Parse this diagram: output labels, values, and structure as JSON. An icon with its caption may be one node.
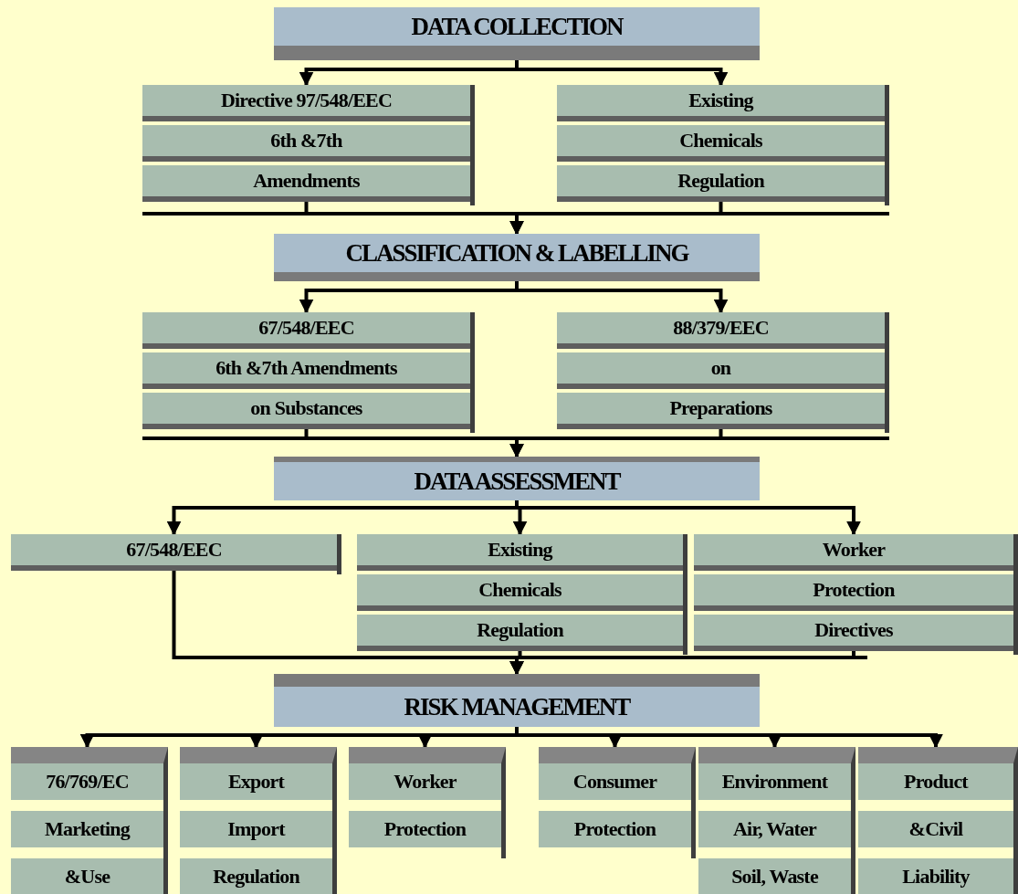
{
  "diagram": {
    "nodes": [
      {
        "text": [
          "DATA COLLECTION"
        ]
      },
      {
        "text": [
          "Directive 97/548/EEC",
          "6th &7th",
          "Amendments"
        ]
      },
      {
        "text": [
          "Existing",
          "Chemicals",
          "Regulation"
        ]
      },
      {
        "text": [
          "CLASSIFICATION & LABELLING"
        ]
      },
      {
        "text": [
          "67/548/EEC",
          "6th &7th Amendments",
          "on Substances"
        ]
      },
      {
        "text": [
          "88/379/EEC",
          "on",
          "Preparations"
        ]
      },
      {
        "text": [
          "DATA ASSESSMENT"
        ]
      },
      {
        "text": [
          "67/548/EEC"
        ]
      },
      {
        "text": [
          "Existing",
          "Chemicals",
          "Regulation"
        ]
      },
      {
        "text": [
          "Worker",
          "Protection",
          "Directives"
        ]
      },
      {
        "text": [
          "RISK MANAGEMENT"
        ]
      },
      {
        "text": [
          "76/769/EC",
          "Marketing",
          "&Use"
        ]
      },
      {
        "text": [
          "Export",
          "Import",
          "Regulation"
        ]
      },
      {
        "text": [
          "Worker",
          "Protection"
        ]
      },
      {
        "text": [
          "Consumer",
          "Protection"
        ]
      },
      {
        "text": [
          "Environment",
          "Air, Water",
          "Soil, Waste"
        ]
      },
      {
        "text": [
          "Product",
          "&Civil",
          "Liability"
        ]
      }
    ],
    "edges": [
      {
        "from": 0,
        "to": 1,
        "arrow": "to"
      },
      {
        "from": 0,
        "to": 2,
        "arrow": "to"
      },
      {
        "from": 1,
        "to": 3,
        "arrow": "to"
      },
      {
        "from": 2,
        "to": 3,
        "arrow": "to"
      },
      {
        "from": 3,
        "to": 4,
        "arrow": "to"
      },
      {
        "from": 3,
        "to": 5,
        "arrow": "to"
      },
      {
        "from": 4,
        "to": 6,
        "arrow": "to"
      },
      {
        "from": 5,
        "to": 6,
        "arrow": "to"
      },
      {
        "from": 6,
        "to": 7,
        "arrow": "to"
      },
      {
        "from": 6,
        "to": 8,
        "arrow": "to"
      },
      {
        "from": 6,
        "to": 9,
        "arrow": "to"
      },
      {
        "from": 7,
        "to": 10,
        "arrow": "to"
      },
      {
        "from": 8,
        "to": 10,
        "arrow": "to"
      },
      {
        "from": 9,
        "to": 10,
        "arrow": "to"
      },
      {
        "from": 10,
        "to": 11,
        "arrow": "to"
      },
      {
        "from": 10,
        "to": 12,
        "arrow": "to"
      },
      {
        "from": 10,
        "to": 13,
        "arrow": "to"
      },
      {
        "from": 10,
        "to": 14,
        "arrow": "to"
      },
      {
        "from": 10,
        "to": 15,
        "arrow": "to"
      },
      {
        "from": 10,
        "to": 16,
        "arrow": "to"
      }
    ]
  }
}
